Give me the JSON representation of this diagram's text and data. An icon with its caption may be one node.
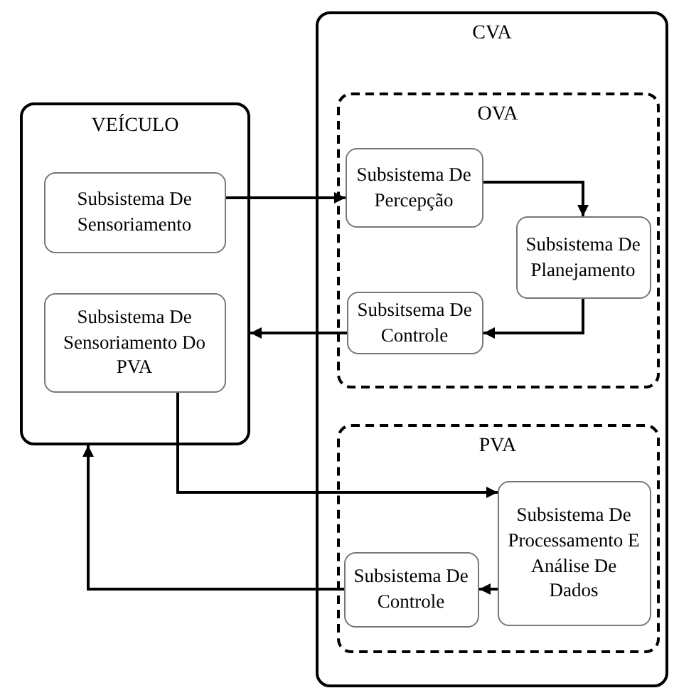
{
  "diagram": {
    "nodes": [
      {
        "text": [
          "VEÍCULO"
        ]
      },
      {
        "text": [
          "Subsistema De Sensoriamento"
        ],
        "in": 0
      },
      {
        "text": [
          "Subsistema De Sensoriamento Do PVA"
        ],
        "in": 0
      },
      {
        "text": [
          "CVA"
        ]
      },
      {
        "text": [
          "OVA"
        ],
        "in": 3
      },
      {
        "text": [
          "Subsistema De Percepção"
        ],
        "in": 4
      },
      {
        "text": [
          "Subsistema De Planejamento"
        ],
        "in": 4
      },
      {
        "text": [
          "Subsitsema De Controle"
        ],
        "in": 4
      },
      {
        "text": [
          "PVA"
        ],
        "in": 3
      },
      {
        "text": [
          "Subsistema De Processamento E Análise De Dados"
        ],
        "in": 8
      },
      {
        "text": [
          "Subsistema De Controle"
        ],
        "in": 8
      }
    ],
    "edges": [
      {
        "from": 1,
        "to": 5,
        "arrow": "to"
      },
      {
        "from": 5,
        "to": 6,
        "arrow": "to"
      },
      {
        "from": 6,
        "to": 7,
        "arrow": "to"
      },
      {
        "from": 7,
        "to": 0,
        "arrow": "to"
      },
      {
        "from": 2,
        "to": 9,
        "arrow": "to"
      },
      {
        "from": 9,
        "to": 10,
        "arrow": "to"
      },
      {
        "from": 10,
        "to": 0,
        "arrow": "to"
      }
    ]
  }
}
